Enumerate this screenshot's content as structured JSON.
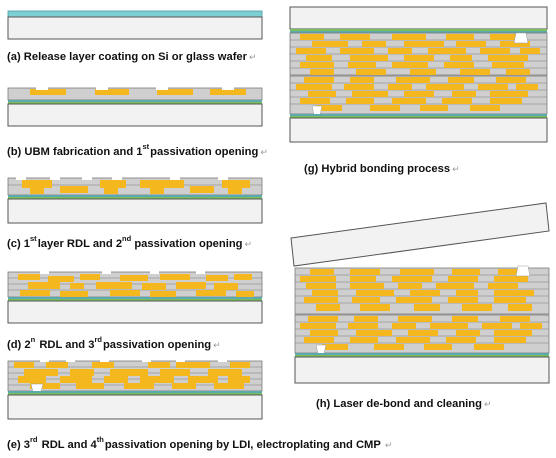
{
  "colors": {
    "wafer": "#f2f2f2",
    "wafer_stroke": "#555555",
    "release_layer": "#7ecfd3",
    "teal_stripe": "#5aaab0",
    "green_stripe": "#7bbf5d",
    "passivation": "#cfcfcf",
    "passivation_line": "#7a7a7a",
    "metal": "#f4b71e",
    "opening": "#ffffff"
  },
  "captions": {
    "a": {
      "text": "(a) Release layer coating on Si or glass wafer",
      "ret": "↵"
    },
    "b": {
      "pre": "(b) UBM fabrication and 1",
      "sup": "st",
      "post": "passivation opening",
      "ret": "↵"
    },
    "c": {
      "pre": "(c) 1",
      "sup1": "st",
      "mid": "layer RDL and 2",
      "sup2": "nd",
      "post": " passivation opening",
      "ret": "↵"
    },
    "d": {
      "pre": "(d) 2",
      "sup1": "n",
      "mid": " RDL and 3",
      "sup2": "rd",
      "post": "passivation opening",
      "ret": "↵"
    },
    "e": {
      "pre": "(e) 3",
      "sup1": "rd",
      "mid": " RDL and 4",
      "sup2": "th",
      "post": "passivation opening by LDI, electroplating and CMP",
      "ret": "↵"
    },
    "g": {
      "text": "(g) Hybrid bonding process",
      "ret": "↵"
    },
    "h": {
      "text": "(h) Laser de-bond and cleaning",
      "ret": "↵"
    }
  }
}
